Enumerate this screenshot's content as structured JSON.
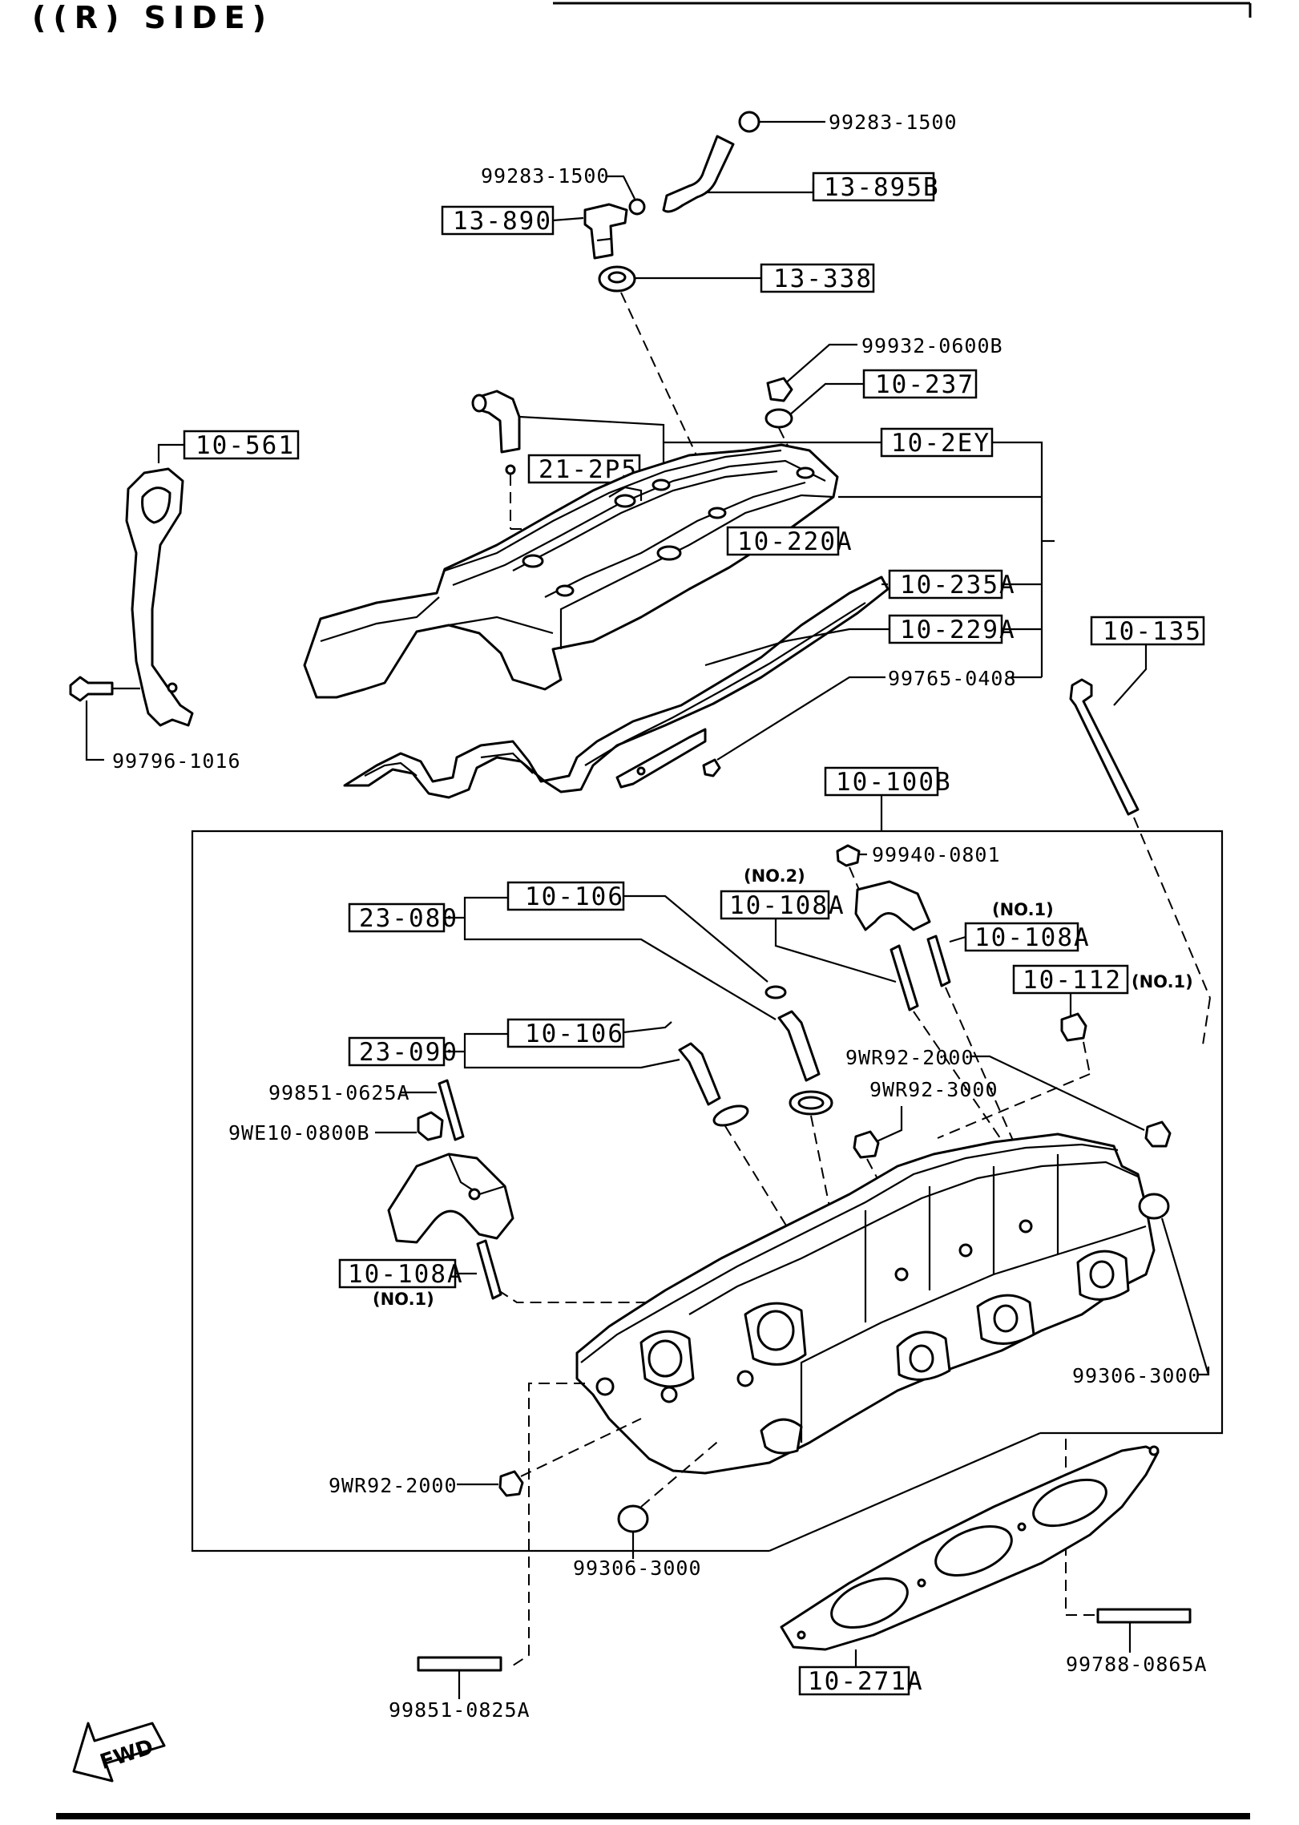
{
  "title": "((R) SIDE)",
  "fwd_label": "FWD",
  "boxed_parts": {
    "p13_895B": "13-895B",
    "p13_890": "13-890",
    "p13_338": "13-338",
    "p10_237": "10-237",
    "p10_561": "10-561",
    "p10_2EY": "10-2EY",
    "p21_2P5": "21-2P5",
    "p10_220A": "10-220A",
    "p10_235A": "10-235A",
    "p10_229A": "10-229A",
    "p10_135": "10-135",
    "p10_100B": "10-100B",
    "p23_080": "23-080",
    "p10_106_a": "10-106",
    "p10_108A_no2": "10-108A",
    "p10_108A_no1": "10-108A",
    "p10_112": "10-112",
    "p23_090": "23-090",
    "p10_106_b": "10-106",
    "p10_108A_left": "10-108A",
    "p10_271A": "10-271A"
  },
  "part_numbers": {
    "n99283_1500_top": "99283-1500",
    "n99283_1500_left": "99283-1500",
    "n99932_0600B": "99932-0600B",
    "n99765_0408": "99765-0408",
    "n99796_1016": "99796-1016",
    "n99940_0801": "99940-0801",
    "n9WR92_2000_right": "9WR92-2000",
    "n9WR92_3000": "9WR92-3000",
    "n99851_0625A": "99851-0625A",
    "n9WE10_0800B": "9WE10-0800B",
    "n99306_3000_right": "99306-3000",
    "n9WR92_2000_left": "9WR92-2000",
    "n99306_3000_bottom": "99306-3000",
    "n99788_0865A": "99788-0865A",
    "n99851_0825A": "99851-0825A"
  },
  "notes": {
    "no2_top": "(NO.2)",
    "no1_right": "(NO.1)",
    "no1_112": "(NO.1)",
    "no1_left": "(NO.1)"
  }
}
